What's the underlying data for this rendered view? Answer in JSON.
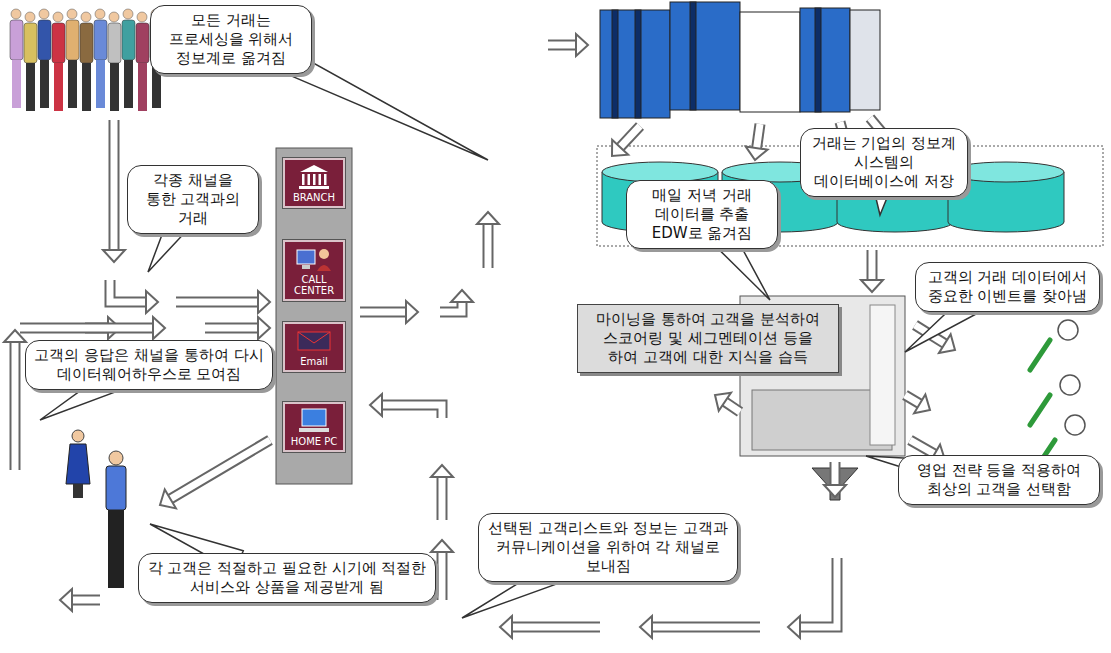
{
  "diagram": {
    "nodes": [
      {
        "text": [
          "모든 거래는 프로세싱을 위해서 정보계로 옮겨짐"
        ]
      },
      {
        "text": [
          "거래는 기업의 정보계 시스템의 데이터베이스에 저장"
        ]
      },
      {
        "text": [
          "각종 채널을 통한 고객과의 거래"
        ]
      },
      {
        "text": [
          "BRANCH"
        ]
      },
      {
        "text": [
          "매일 저녁 거래 데이터를 추출 EDW로 옮겨짐"
        ]
      },
      {
        "text": [
          "CALL CENTER"
        ]
      },
      {
        "text": [
          "고객의 거래 데이터에서 중요한 이벤트를 찾아냄"
        ]
      },
      {
        "text": [
          "마이닝을 통하여 고객을 분석하여 스코어링 및 세그멘테이션 등을 하여 고객에 대한 지식을 습득"
        ]
      },
      {
        "text": [
          "Email"
        ]
      },
      {
        "text": [
          "고객의 응답은 채널을 통하여 다시 데이터웨어하우스로 모여짐"
        ]
      },
      {
        "text": [
          "HOME PC"
        ]
      },
      {
        "text": [
          "영업 전략 등을 적용하여 최상의 고객을 선택함"
        ]
      },
      {
        "text": [
          "선택된 고객리스트와 정보는 고객과 커뮤니케이션을 위하여 각 채널로 보내짐"
        ]
      },
      {
        "text": [
          "각 고객은 적절하고 필요한 시기에 적절한 서비스와 상품을 제공받게 됨"
        ]
      }
    ]
  }
}
